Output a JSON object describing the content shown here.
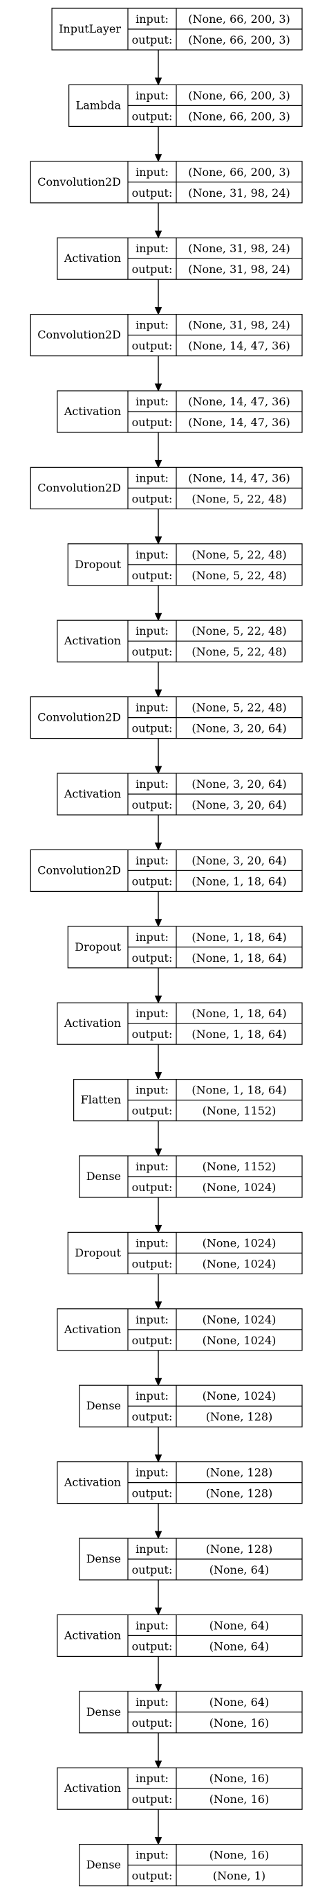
{
  "field_labels": {
    "input": "input:",
    "output": "output:"
  },
  "layers": [
    {
      "name": "InputLayer",
      "input": "(None, 66, 200, 3)",
      "output": "(None, 66, 200, 3)"
    },
    {
      "name": "Lambda",
      "input": "(None, 66, 200, 3)",
      "output": "(None, 66, 200, 3)"
    },
    {
      "name": "Convolution2D",
      "input": "(None, 66, 200, 3)",
      "output": "(None, 31, 98, 24)"
    },
    {
      "name": "Activation",
      "input": "(None, 31, 98, 24)",
      "output": "(None, 31, 98, 24)"
    },
    {
      "name": "Convolution2D",
      "input": "(None, 31, 98, 24)",
      "output": "(None, 14, 47, 36)"
    },
    {
      "name": "Activation",
      "input": "(None, 14, 47, 36)",
      "output": "(None, 14, 47, 36)"
    },
    {
      "name": "Convolution2D",
      "input": "(None, 14, 47, 36)",
      "output": "(None, 5, 22, 48)"
    },
    {
      "name": "Dropout",
      "input": "(None, 5, 22, 48)",
      "output": "(None, 5, 22, 48)"
    },
    {
      "name": "Activation",
      "input": "(None, 5, 22, 48)",
      "output": "(None, 5, 22, 48)"
    },
    {
      "name": "Convolution2D",
      "input": "(None, 5, 22, 48)",
      "output": "(None, 3, 20, 64)"
    },
    {
      "name": "Activation",
      "input": "(None, 3, 20, 64)",
      "output": "(None, 3, 20, 64)"
    },
    {
      "name": "Convolution2D",
      "input": "(None, 3, 20, 64)",
      "output": "(None, 1, 18, 64)"
    },
    {
      "name": "Dropout",
      "input": "(None, 1, 18, 64)",
      "output": "(None, 1, 18, 64)"
    },
    {
      "name": "Activation",
      "input": "(None, 1, 18, 64)",
      "output": "(None, 1, 18, 64)"
    },
    {
      "name": "Flatten",
      "input": "(None, 1, 18, 64)",
      "output": "(None, 1152)"
    },
    {
      "name": "Dense",
      "input": "(None, 1152)",
      "output": "(None, 1024)"
    },
    {
      "name": "Dropout",
      "input": "(None, 1024)",
      "output": "(None, 1024)"
    },
    {
      "name": "Activation",
      "input": "(None, 1024)",
      "output": "(None, 1024)"
    },
    {
      "name": "Dense",
      "input": "(None, 1024)",
      "output": "(None, 128)"
    },
    {
      "name": "Activation",
      "input": "(None, 128)",
      "output": "(None, 128)"
    },
    {
      "name": "Dense",
      "input": "(None, 128)",
      "output": "(None, 64)"
    },
    {
      "name": "Activation",
      "input": "(None, 64)",
      "output": "(None, 64)"
    },
    {
      "name": "Dense",
      "input": "(None, 64)",
      "output": "(None, 16)"
    },
    {
      "name": "Activation",
      "input": "(None, 16)",
      "output": "(None, 16)"
    },
    {
      "name": "Dense",
      "input": "(None, 16)",
      "output": "(None, 1)"
    }
  ]
}
